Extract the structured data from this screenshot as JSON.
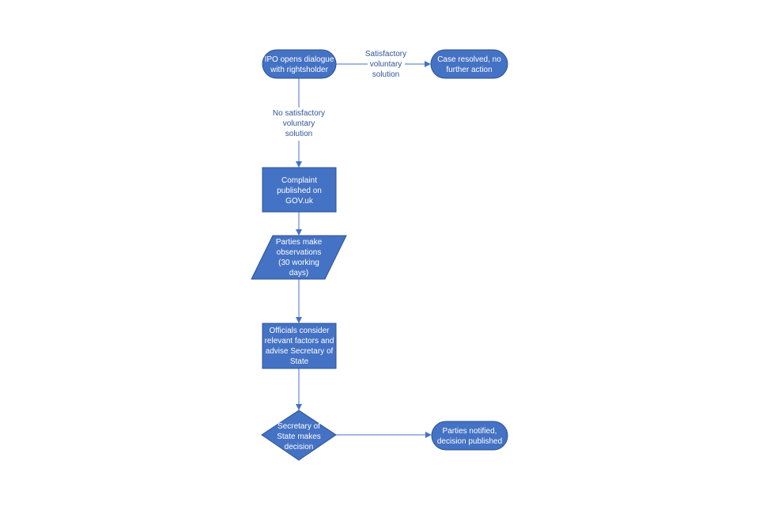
{
  "colors": {
    "node_fill": "#4472c4",
    "node_stroke": "#2f528f",
    "connector": "#4472c4",
    "node_text": "#ffffff",
    "edge_text": "#2f5597",
    "background": "#ffffff"
  },
  "nodes": {
    "ipo_dialogue": {
      "shape": "rounded-terminal",
      "lines": [
        "IPO opens dialogue",
        "with rightsholder"
      ]
    },
    "case_resolved": {
      "shape": "rounded-terminal",
      "lines": [
        "Case resolved, no",
        "further action"
      ]
    },
    "complaint_published": {
      "shape": "rectangle",
      "lines": [
        "Complaint",
        "published on",
        "GOV.uk"
      ]
    },
    "parties_observations": {
      "shape": "parallelogram",
      "lines": [
        "Parties make",
        "observations",
        "(30 working",
        "days)"
      ]
    },
    "officials_consider": {
      "shape": "rectangle",
      "lines": [
        "Officials consider",
        "relevant factors and",
        "advise Secretary of",
        "State"
      ]
    },
    "sos_decision": {
      "shape": "diamond",
      "lines": [
        "Secretary of",
        "State makes",
        "decision"
      ]
    },
    "parties_notified": {
      "shape": "rounded-terminal",
      "lines": [
        "Parties notified,",
        "decision published"
      ]
    }
  },
  "edges": {
    "to_resolved": {
      "from": "ipo_dialogue",
      "to": "case_resolved",
      "label_lines": [
        "Satisfactory",
        "voluntary",
        "solution"
      ]
    },
    "to_complaint": {
      "from": "ipo_dialogue",
      "to": "complaint_published",
      "label_lines": [
        "No satisfactory",
        "voluntary",
        "solution"
      ]
    },
    "to_observations": {
      "from": "complaint_published",
      "to": "parties_observations",
      "label_lines": []
    },
    "to_officials": {
      "from": "parties_observations",
      "to": "officials_consider",
      "label_lines": []
    },
    "to_decision": {
      "from": "officials_consider",
      "to": "sos_decision",
      "label_lines": []
    },
    "to_notified": {
      "from": "sos_decision",
      "to": "parties_notified",
      "label_lines": []
    }
  }
}
